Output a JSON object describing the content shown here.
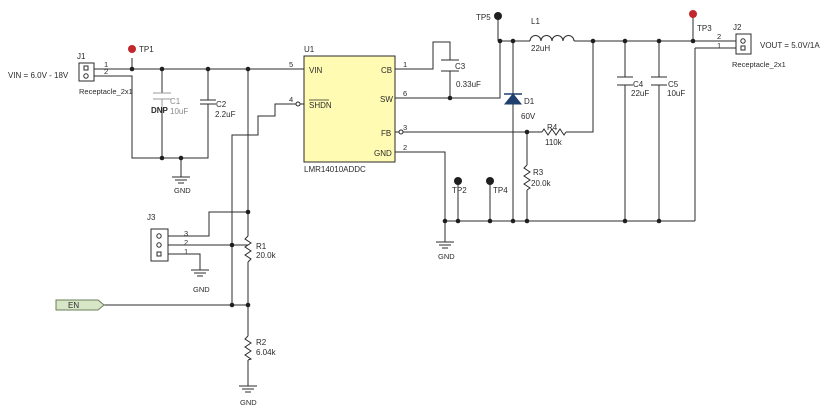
{
  "connectors": {
    "j1": {
      "ref": "J1",
      "net_label": "VIN = 6.0V - 18V",
      "type": "Receptacle_2x1",
      "pins": [
        "1",
        "2"
      ]
    },
    "j2": {
      "ref": "J2",
      "net_label": "VOUT = 5.0V/1A",
      "type": "Receptacle_2x1",
      "pins": [
        "2",
        "1"
      ]
    },
    "j3": {
      "ref": "J3",
      "pins": [
        "3",
        "2",
        "1"
      ]
    }
  },
  "test_points": {
    "tp1": "TP1",
    "tp2": "TP2",
    "tp3": "TP3",
    "tp4": "TP4",
    "tp5": "TP5"
  },
  "ic": {
    "ref": "U1",
    "part": "LMR14010ADDC",
    "pins": {
      "vin": {
        "name": "VIN",
        "num": "5"
      },
      "shdn": {
        "name": "SHDN",
        "num": "4"
      },
      "cb": {
        "name": "CB",
        "num": "1"
      },
      "sw": {
        "name": "SW",
        "num": "6"
      },
      "fb": {
        "name": "FB",
        "num": "3"
      },
      "gnd": {
        "name": "GND",
        "num": "2"
      }
    }
  },
  "capacitors": {
    "c1": {
      "ref": "C1",
      "value": "10uF",
      "note": "DNP"
    },
    "c2": {
      "ref": "C2",
      "value": "2.2uF"
    },
    "c3": {
      "ref": "C3",
      "value": "0.33uF"
    },
    "c4": {
      "ref": "C4",
      "value": "22uF"
    },
    "c5": {
      "ref": "C5",
      "value": "10uF"
    }
  },
  "resistors": {
    "r1": {
      "ref": "R1",
      "value": "20.0k"
    },
    "r2": {
      "ref": "R2",
      "value": "6.04k"
    },
    "r3": {
      "ref": "R3",
      "value": "20.0k"
    },
    "r4": {
      "ref": "R4",
      "value": "110k"
    }
  },
  "inductor": {
    "ref": "L1",
    "value": "22uH"
  },
  "diode": {
    "ref": "D1",
    "value": "60V"
  },
  "ground_label": "GND",
  "en_label": "EN",
  "colors": {
    "ic_fill": "#fffbb3",
    "test_point": "#c0282d",
    "wire": "#2b2b2b",
    "dnp_part": "#9a9a9a"
  }
}
